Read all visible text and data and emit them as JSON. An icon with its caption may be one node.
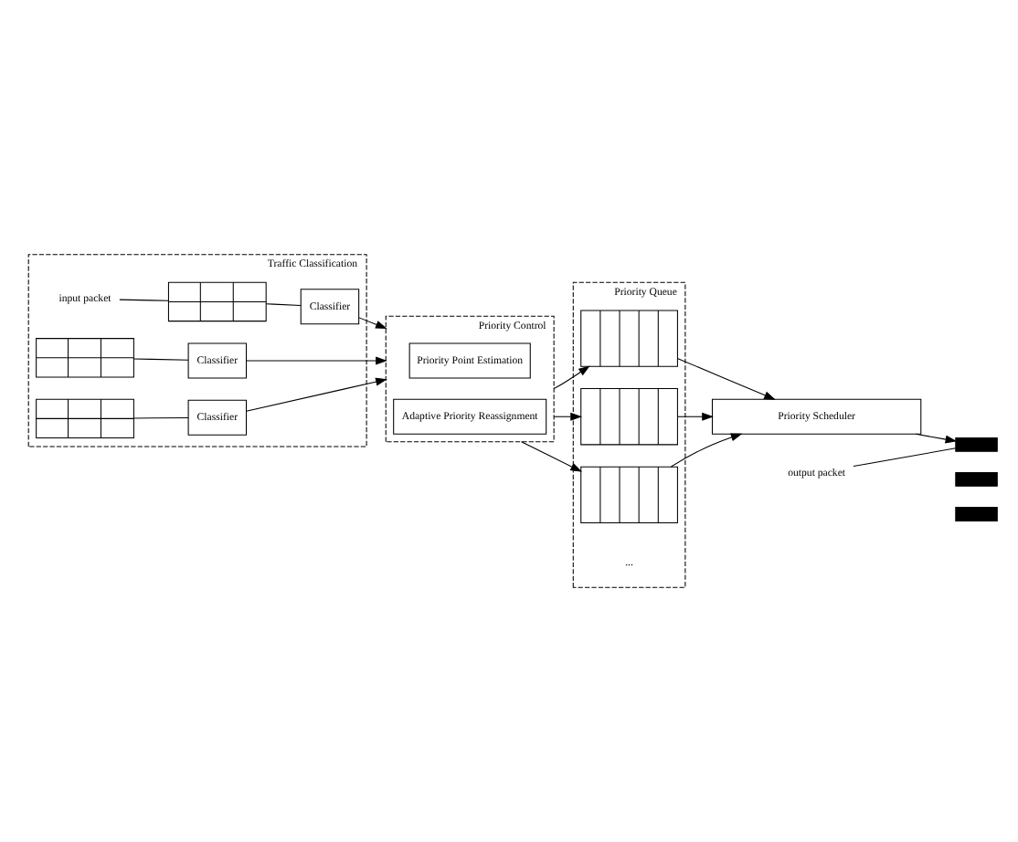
{
  "diagram": {
    "nodes": [
      {
        "text": [
          "Traffic Classification"
        ]
      },
      {
        "text": [
          "input packet"
        ],
        "in": 0
      },
      {
        "text": [],
        "shape": "bar",
        "in": 0
      },
      {
        "text": [
          "Classifier"
        ],
        "in": 0
      },
      {
        "text": [],
        "shape": "bar",
        "in": 0
      },
      {
        "text": [
          "Classifier"
        ],
        "in": 0
      },
      {
        "text": [],
        "shape": "bar",
        "in": 0
      },
      {
        "text": [
          "Classifier"
        ],
        "in": 0
      },
      {
        "text": [
          "Priority Control"
        ]
      },
      {
        "text": [
          "Priority Point Estimation"
        ],
        "in": 8
      },
      {
        "text": [
          "Adaptive Priority Reassignment"
        ],
        "in": 8
      },
      {
        "text": [
          "Priority Queue"
        ]
      },
      {
        "text": [],
        "shape": "box",
        "in": 11
      },
      {
        "text": [],
        "shape": "box",
        "in": 11
      },
      {
        "text": [],
        "shape": "box",
        "in": 11
      },
      {
        "text": [
          "Priority Scheduler"
        ]
      },
      {
        "text": [],
        "shape": "bar"
      },
      {
        "text": [],
        "shape": "bar"
      },
      {
        "text": [],
        "shape": "bar"
      },
      {
        "text": [
          "output packet"
        ]
      }
    ],
    "edges": [
      {
        "from": 1,
        "to": 2,
        "arrow": "none"
      },
      {
        "from": 2,
        "to": 3,
        "arrow": "none"
      },
      {
        "from": 4,
        "to": 5,
        "arrow": "none"
      },
      {
        "from": 6,
        "to": 7,
        "arrow": "none"
      },
      {
        "from": 3,
        "to": 8,
        "arrow": "to"
      },
      {
        "from": 5,
        "to": 8,
        "arrow": "to"
      },
      {
        "from": 7,
        "to": 8,
        "arrow": "to"
      },
      {
        "from": 8,
        "to": 12,
        "arrow": "to"
      },
      {
        "from": 8,
        "to": 13,
        "arrow": "to"
      },
      {
        "from": 8,
        "to": 14,
        "arrow": "to"
      },
      {
        "from": 12,
        "to": 15,
        "arrow": "to"
      },
      {
        "from": 13,
        "to": 15,
        "arrow": "to"
      },
      {
        "from": 14,
        "to": 15,
        "arrow": "to"
      },
      {
        "from": 15,
        "to": 16,
        "arrow": "to"
      },
      {
        "from": 19,
        "to": 16,
        "arrow": "none"
      }
    ],
    "labels": [
      "..."
    ]
  }
}
